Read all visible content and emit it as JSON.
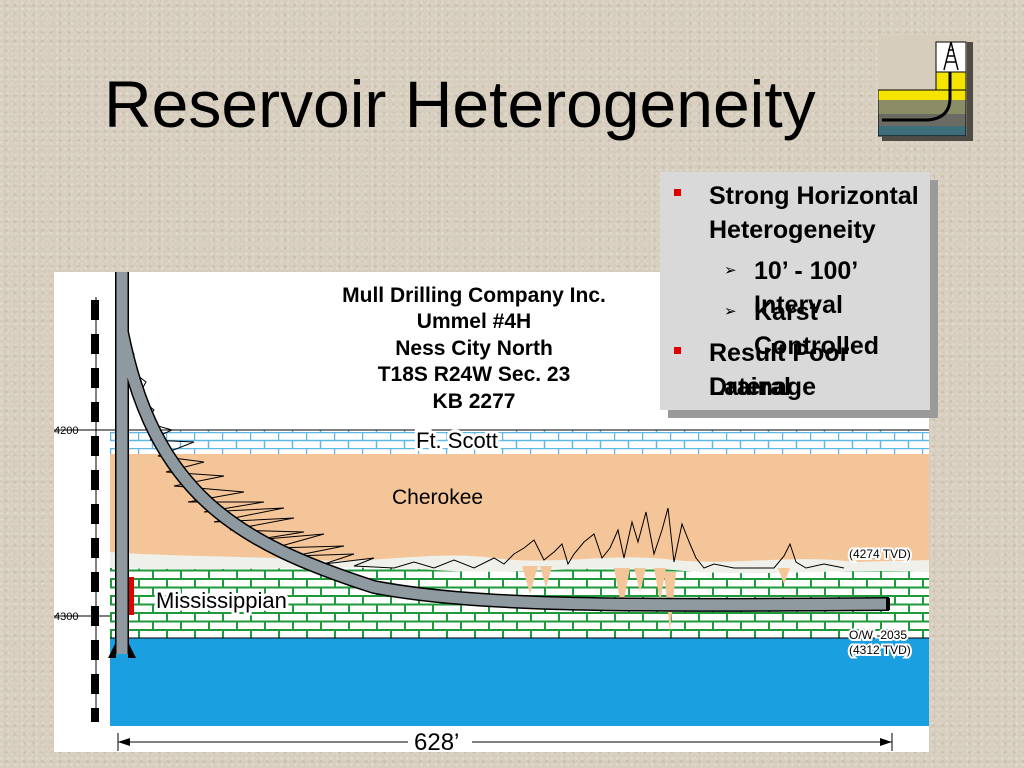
{
  "slide": {
    "title": "Reservoir Heterogeneity"
  },
  "well_info": {
    "company": "Mull Drilling Company Inc.",
    "well": "Ummel #4H",
    "field": "Ness City North",
    "location": "T18S R24W Sec. 23",
    "kb": "KB 2277"
  },
  "depth_scale": {
    "label_top": "4200",
    "label_bottom": "4300"
  },
  "formations": {
    "top": "Ft. Scott",
    "middle": "Cherokee",
    "bottom": "Mississippian"
  },
  "annotations": {
    "tvd_top": "(4274 TVD)",
    "ow_contact": "O/W -2035",
    "tvd_bottom": "(4312 TVD)"
  },
  "scale_bar": {
    "label": "628’"
  },
  "bullets": {
    "b1_line1": "Strong Horizontal",
    "b1_line2": "Heterogeneity",
    "sub1": "10’ - 100’ Interval",
    "sub2": "Karst Controlled",
    "b2_line1": "Result Poor Lateral",
    "b2_line2": "Drainage"
  },
  "colors": {
    "accent": "#e00000",
    "shale": "#f4c598",
    "water": "#1aa0e0",
    "limestone_line": "#1e9a3c",
    "ftscott_line": "#5fb7e6"
  }
}
